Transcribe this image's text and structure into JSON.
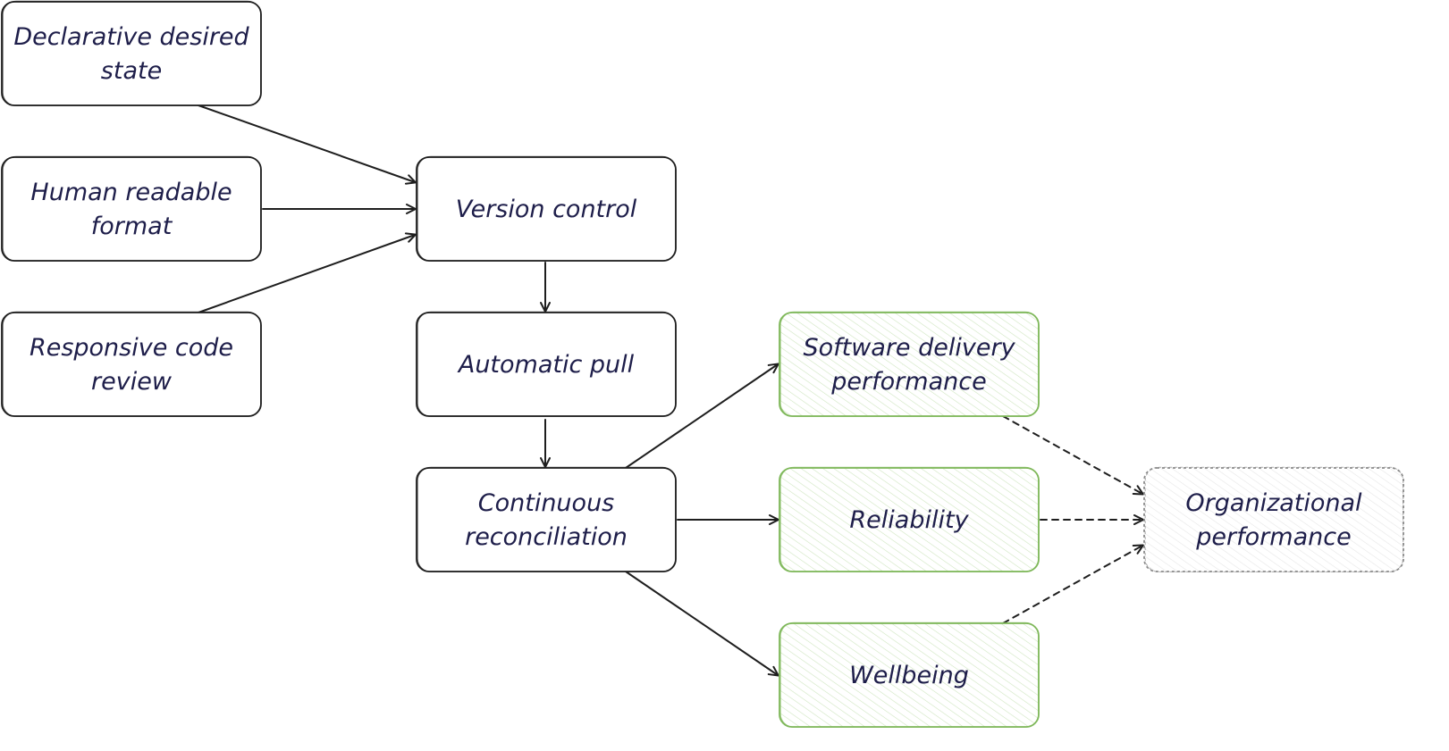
{
  "nodes": [
    {
      "id": "declarative",
      "label_lines": [
        "Declarative desired",
        "state"
      ],
      "style": "plain"
    },
    {
      "id": "human",
      "label_lines": [
        "Human readable",
        "format"
      ],
      "style": "plain"
    },
    {
      "id": "responsive",
      "label_lines": [
        "Responsive code",
        "review"
      ],
      "style": "plain"
    },
    {
      "id": "version",
      "label_lines": [
        "Version control"
      ],
      "style": "plain"
    },
    {
      "id": "pull",
      "label_lines": [
        "Automatic pull"
      ],
      "style": "plain"
    },
    {
      "id": "reconcile",
      "label_lines": [
        "Continuous",
        "reconciliation"
      ],
      "style": "plain"
    },
    {
      "id": "software",
      "label_lines": [
        "Software delivery",
        "performance"
      ],
      "style": "outcome"
    },
    {
      "id": "reliability",
      "label_lines": [
        "Reliability"
      ],
      "style": "outcome"
    },
    {
      "id": "wellbeing",
      "label_lines": [
        "Wellbeing"
      ],
      "style": "outcome"
    },
    {
      "id": "org",
      "label_lines": [
        "Organizational",
        "performance"
      ],
      "style": "dashed"
    }
  ],
  "edges": [
    {
      "from": "declarative",
      "to": "version",
      "dashed": false
    },
    {
      "from": "human",
      "to": "version",
      "dashed": false
    },
    {
      "from": "responsive",
      "to": "version",
      "dashed": false
    },
    {
      "from": "version",
      "to": "pull",
      "dashed": false
    },
    {
      "from": "pull",
      "to": "reconcile",
      "dashed": false
    },
    {
      "from": "reconcile",
      "to": "software",
      "dashed": false
    },
    {
      "from": "reconcile",
      "to": "reliability",
      "dashed": false
    },
    {
      "from": "reconcile",
      "to": "wellbeing",
      "dashed": false
    },
    {
      "from": "software",
      "to": "org",
      "dashed": true
    },
    {
      "from": "reliability",
      "to": "org",
      "dashed": true
    },
    {
      "from": "wellbeing",
      "to": "org",
      "dashed": true
    }
  ],
  "colors": {
    "text": "#1e1e4a",
    "stroke": "#1e1e1e",
    "outcome_stroke": "#7fb85a",
    "outcome_hatch": "#cfe6c0",
    "dashed_stroke": "#8a8a8a",
    "dashed_hatch": "#e6e6e6"
  }
}
